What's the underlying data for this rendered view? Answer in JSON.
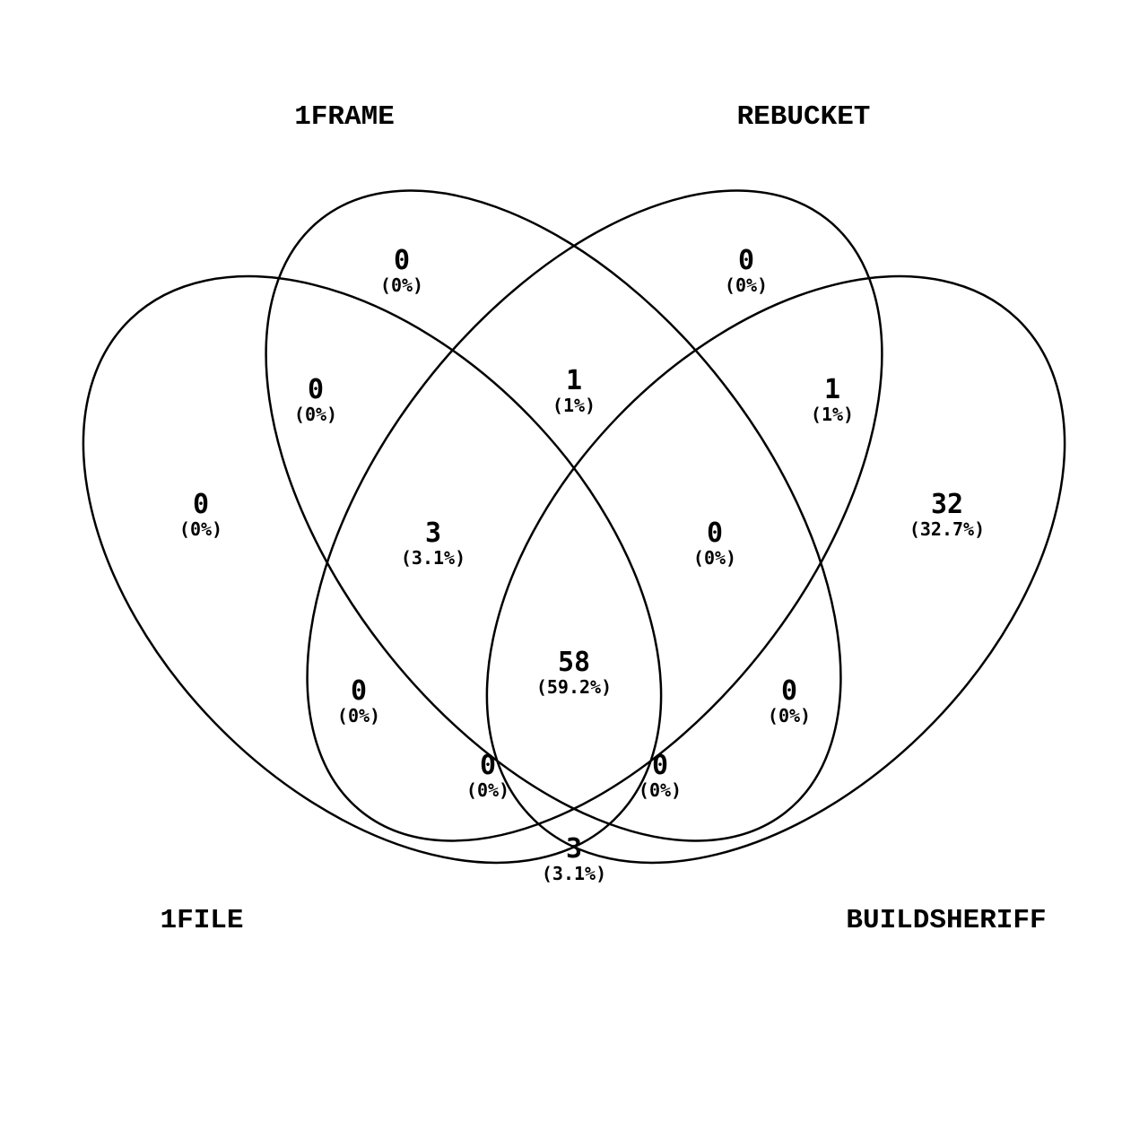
{
  "diagram": {
    "sets": [
      {
        "key": "one_file",
        "label": "1FILE"
      },
      {
        "key": "one_frame",
        "label": "1FRAME"
      },
      {
        "key": "rebucket",
        "label": "REBUCKET"
      },
      {
        "key": "buildsheriff",
        "label": "BUILDSHERIFF"
      }
    ],
    "regions": [
      {
        "sets": [
          "1FRAME"
        ],
        "count": "0",
        "percent": "(0%)"
      },
      {
        "sets": [
          "REBUCKET"
        ],
        "count": "0",
        "percent": "(0%)"
      },
      {
        "sets": [
          "1FILE",
          "1FRAME"
        ],
        "count": "0",
        "percent": "(0%)"
      },
      {
        "sets": [
          "1FRAME",
          "REBUCKET"
        ],
        "count": "1",
        "percent": "(1%)"
      },
      {
        "sets": [
          "REBUCKET",
          "BUILDSHERIFF"
        ],
        "count": "1",
        "percent": "(1%)"
      },
      {
        "sets": [
          "1FILE"
        ],
        "count": "0",
        "percent": "(0%)"
      },
      {
        "sets": [
          "BUILDSHERIFF"
        ],
        "count": "32",
        "percent": "(32.7%)"
      },
      {
        "sets": [
          "1FILE",
          "1FRAME",
          "REBUCKET"
        ],
        "count": "3",
        "percent": "(3.1%)"
      },
      {
        "sets": [
          "1FRAME",
          "REBUCKET",
          "BUILDSHERIFF"
        ],
        "count": "0",
        "percent": "(0%)"
      },
      {
        "sets": [
          "1FILE",
          "1FRAME",
          "REBUCKET",
          "BUILDSHERIFF"
        ],
        "count": "58",
        "percent": "(59.2%)"
      },
      {
        "sets": [
          "1FILE",
          "REBUCKET"
        ],
        "count": "0",
        "percent": "(0%)"
      },
      {
        "sets": [
          "1FRAME",
          "BUILDSHERIFF"
        ],
        "count": "0",
        "percent": "(0%)"
      },
      {
        "sets": [
          "1FILE",
          "REBUCKET",
          "BUILDSHERIFF"
        ],
        "count": "0",
        "percent": "(0%)"
      },
      {
        "sets": [
          "1FILE",
          "1FRAME",
          "BUILDSHERIFF"
        ],
        "count": "0",
        "percent": "(0%)"
      },
      {
        "sets": [
          "1FILE",
          "BUILDSHERIFF"
        ],
        "count": "3",
        "percent": "(3.1%)"
      }
    ]
  }
}
